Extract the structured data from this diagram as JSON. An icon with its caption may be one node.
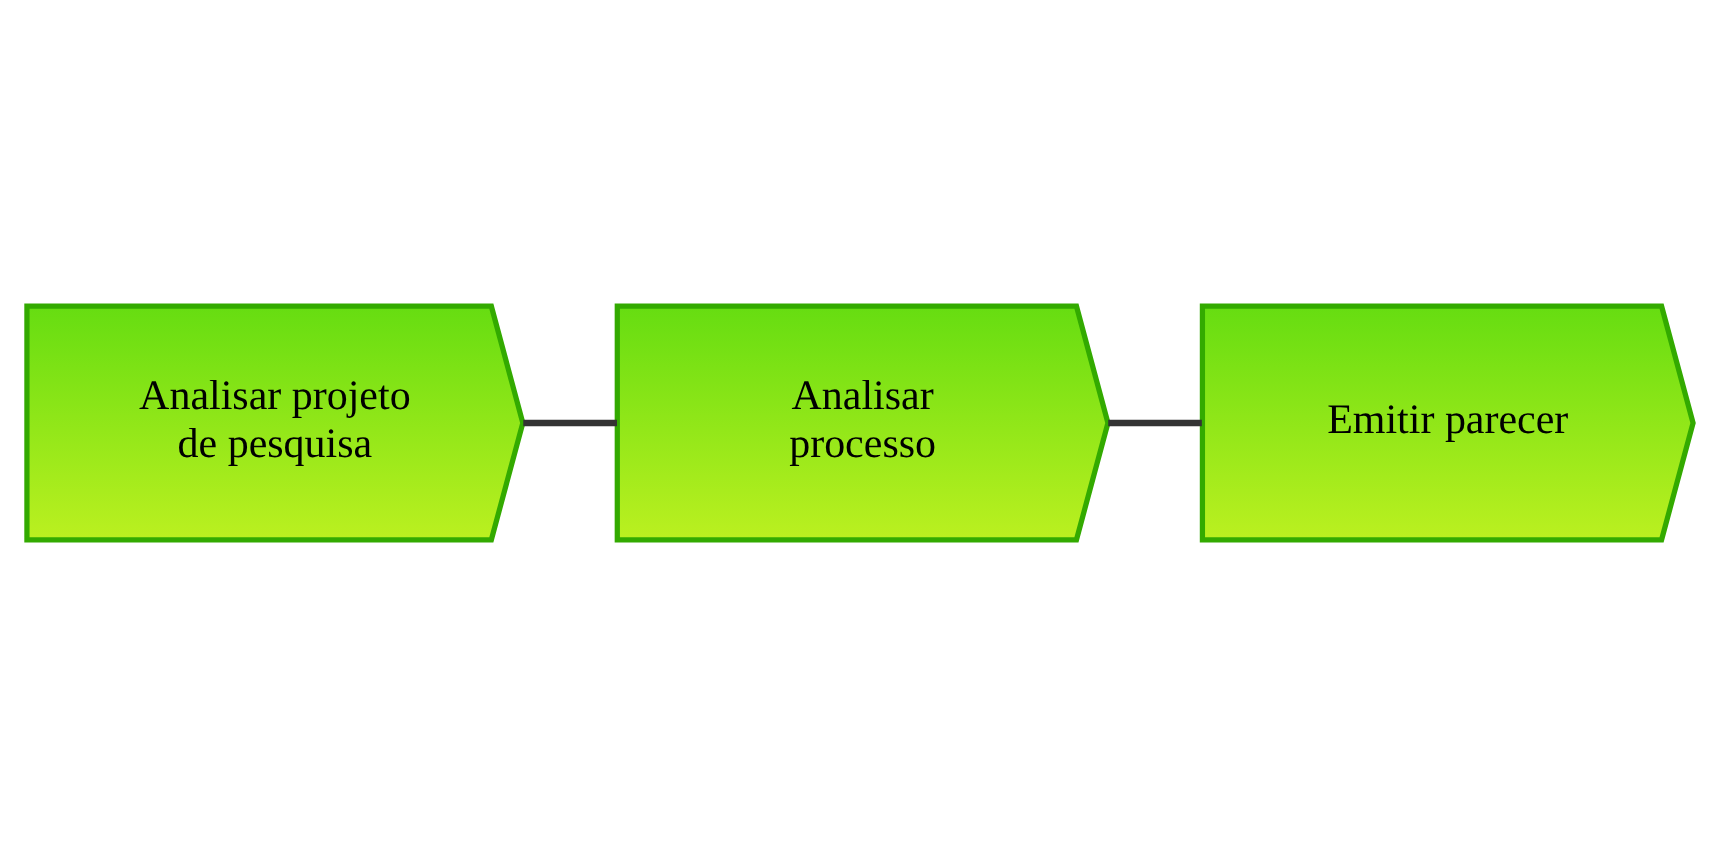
{
  "diagram": {
    "nodes": [
      {
        "text": [
          "Analisar projeto de pesquisa"
        ]
      },
      {
        "text": [
          "Analisar processo"
        ]
      },
      {
        "text": [
          "Emitir parecer"
        ]
      }
    ],
    "edges": [
      {
        "from": 0,
        "to": 1,
        "arrow": "none"
      },
      {
        "from": 1,
        "to": 2,
        "arrow": "none"
      }
    ]
  }
}
